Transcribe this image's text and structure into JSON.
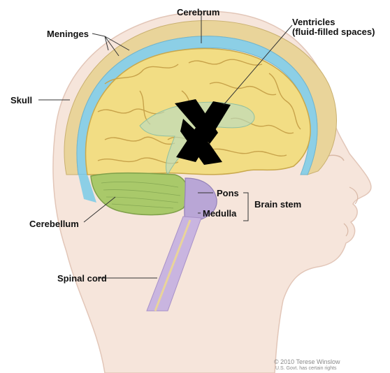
{
  "labels": {
    "cerebrum": "Cerebrum",
    "ventricles_line1": "Ventricles",
    "ventricles_line2": "(fluid-filled spaces)",
    "meninges": "Meninges",
    "skull": "Skull",
    "pons": "Pons",
    "brain_stem": "Brain stem",
    "medulla": "Medulla",
    "cerebellum": "Cerebellum",
    "spinal_cord": "Spinal cord"
  },
  "credit": {
    "copyright": "© 2010 Terese Winslow",
    "rights": "U.S. Govt. has certain rights"
  },
  "colors": {
    "skin": "#f6e5db",
    "skull": "#e9d49a",
    "csf": "#8ccfe6",
    "cerebrum": "#f2dd84",
    "cerebellum": "#a9c96a",
    "brainstem": "#b9a6d6",
    "x_mark": "#000000"
  },
  "icons": [
    "x-mark"
  ]
}
